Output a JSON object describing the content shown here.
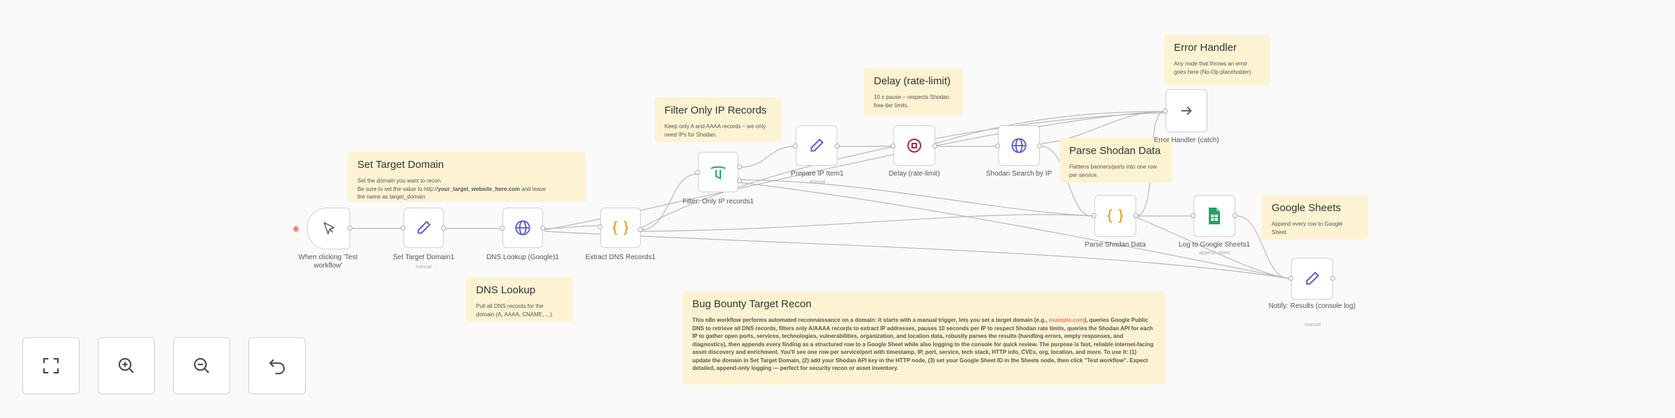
{
  "canvas": {
    "background": "#fafafa",
    "accent": "#ff6d5a",
    "node_icon_color": "#5157d6"
  },
  "nodes": [
    {
      "key": "trigger",
      "label": "When clicking 'Test workflow'",
      "icon": "mouse-pointer-icon"
    },
    {
      "key": "set-target",
      "label": "Set Target Domain1",
      "sublabel": "manual",
      "icon": "pencil-icon"
    },
    {
      "key": "dns-lookup",
      "label": "DNS Lookup (Google)1",
      "icon": "globe-icon"
    },
    {
      "key": "extract-dns",
      "label": "Extract DNS Records1",
      "icon": "code-braces-icon"
    },
    {
      "key": "filter",
      "label": "Filter: Only IP records1",
      "icon": "filter-icon"
    },
    {
      "key": "prepare-ip",
      "label": "Prepare IP Item1",
      "sublabel": "manual",
      "icon": "pencil-icon"
    },
    {
      "key": "delay",
      "label": "Delay (rate-limit)",
      "icon": "clock-icon"
    },
    {
      "key": "shodan",
      "label": "Shodan Search by IP",
      "icon": "globe-icon"
    },
    {
      "key": "error-handler",
      "label": "Error Handler (catch)",
      "icon": "arrow-right-icon"
    },
    {
      "key": "parse-shodan",
      "label": "Parse Shodan Data",
      "icon": "code-braces-icon"
    },
    {
      "key": "sheets",
      "label": "Log to Google Sheets1",
      "sublabel": "append: sheet",
      "icon": "google-sheets-icon"
    },
    {
      "key": "notify",
      "label": "Notify: Results (console log)",
      "sublabel": "manual",
      "icon": "pencil-icon"
    }
  ],
  "notes": {
    "set_target": {
      "title": "Set Target Domain",
      "line1": "Set the domain you want to recon.",
      "line2_pre": "Be sure to set the value to http://",
      "line2_bold": "your_target_website_here.com",
      "line2_post": " and leave",
      "line3": "the name as target_domain"
    },
    "dns_lookup": {
      "title": "DNS Lookup",
      "body": "Pull all DNS records for the domain (A, AAAA, CNAME, ...)."
    },
    "filter": {
      "title": "Filter Only IP Records",
      "body": "Keep only A and AAAA records – we only need IPs for Shodan."
    },
    "delay": {
      "title": "Delay (rate-limit)",
      "body": "10 s pause – respects Shodan free-tier limits."
    },
    "error_handler": {
      "title": "Error Handler",
      "body": "Any node that throws an error goes here (No-Op placeholder)."
    },
    "parse_shodan": {
      "title": "Parse Shodan Data",
      "body": "Flattens banners/ports into one row per service."
    },
    "google_sheets": {
      "title": "Google Sheets",
      "body": "Append every row to Google Sheet."
    },
    "bug_bounty": {
      "title": "Bug Bounty Target Recon",
      "body_pre": "This n8n workflow performs automated reconnaissance on a domain: it starts with a manual trigger, lets you set a target domain (e.g., ",
      "example": "example.com",
      "body_post": "), queries Google Public DNS to retrieve all DNS records, filters only A/AAAA records to extract IP addresses, pauses 10 seconds per IP to respect Shodan rate limits, queries the Shodan API for each IP to gather open ports, services, technologies, vulnerabilities, organization, and location data, robustly parses the results (handling errors, empty responses, and diagnostics), then appends every finding as a structured row to a Google Sheet while also logging to the console for quick review. The purpose is fast, reliable internet-facing asset discovery and enrichment. You'll see one row per service/port with timestamp, IP, port, service, tech stack, HTTP info, CVEs, org, location, and more. To use it: (1) update the domain in Set Target Domain, (2) add your Shodan API key in the HTTP node, (3) set your Google Sheet ID in the Sheets node, then click \"Test workflow\". Expect detailed, append-only logging — perfect for security recon or asset inventory."
    }
  },
  "controls": [
    {
      "key": "fit-view",
      "icon": "fit-view-icon"
    },
    {
      "key": "zoom-in",
      "icon": "zoom-in-icon"
    },
    {
      "key": "zoom-out",
      "icon": "zoom-out-icon"
    },
    {
      "key": "reset",
      "icon": "undo-icon"
    }
  ]
}
